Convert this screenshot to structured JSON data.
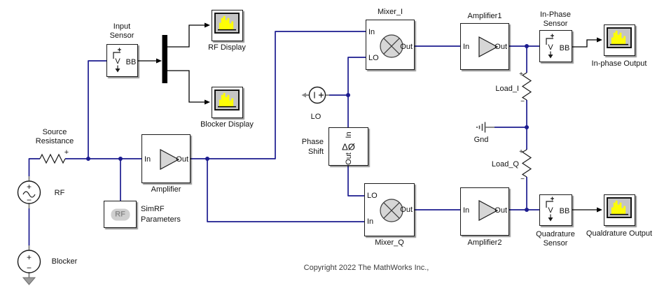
{
  "annotation": {
    "copyright": "Copyright 2022 The MathWorks Inc.,"
  },
  "symbols": {
    "plus": "+",
    "minus": "−"
  },
  "colors": {
    "physical_wire": "#1b1b8f",
    "signal_wire": "#000000",
    "block_border": "#1a1a1a",
    "component_fill": "#d6d6d6",
    "scope_screen": "#c4c4c4",
    "scope_bars": "#ffff00"
  },
  "blocks": {
    "input_sensor": {
      "name": [
        "Input",
        "Sensor"
      ],
      "port_bb": "BB"
    },
    "rf_display": {
      "name": "RF Display"
    },
    "blocker_display": {
      "name": "Blocker Display"
    },
    "source_resistance": {
      "name": [
        "Source",
        "Resistance"
      ]
    },
    "rf_source": {
      "name": "RF"
    },
    "blocker_source": {
      "name": "Blocker"
    },
    "amplifier": {
      "name": "Amplifier",
      "port_in": "In",
      "port_out": "Out"
    },
    "simrf_parameters": {
      "name": [
        "SimRF",
        "Parameters"
      ],
      "badge": "RF"
    },
    "lo_source": {
      "name": "LO"
    },
    "phase_shift": {
      "name": [
        "Phase",
        "Shift"
      ],
      "glyph": "ΔØ",
      "port_in": "In",
      "port_out": "Out"
    },
    "mixer_i": {
      "name": "Mixer_I",
      "port_in": "In",
      "port_lo": "LO",
      "port_out": "Out"
    },
    "amplifier1": {
      "name": "Amplifier1",
      "port_in": "In",
      "port_out": "Out"
    },
    "in_phase_sensor": {
      "name": [
        "In-Phase",
        "Sensor"
      ],
      "port_bb": "BB"
    },
    "in_phase_output": {
      "name": "In-phase Output"
    },
    "load_i": {
      "name": "Load_I"
    },
    "gnd": {
      "name": "Gnd"
    },
    "load_q": {
      "name": "Load_Q"
    },
    "mixer_q": {
      "name": "Mixer_Q",
      "port_in": "In",
      "port_lo": "LO",
      "port_out": "Out"
    },
    "amplifier2": {
      "name": "Amplifier2",
      "port_in": "In",
      "port_out": "Out"
    },
    "quadrature_sensor": {
      "name": [
        "Quadrature",
        "Sensor"
      ],
      "port_bb": "BB"
    },
    "qualdrature_output": {
      "name": "Qualdrature Output"
    }
  }
}
